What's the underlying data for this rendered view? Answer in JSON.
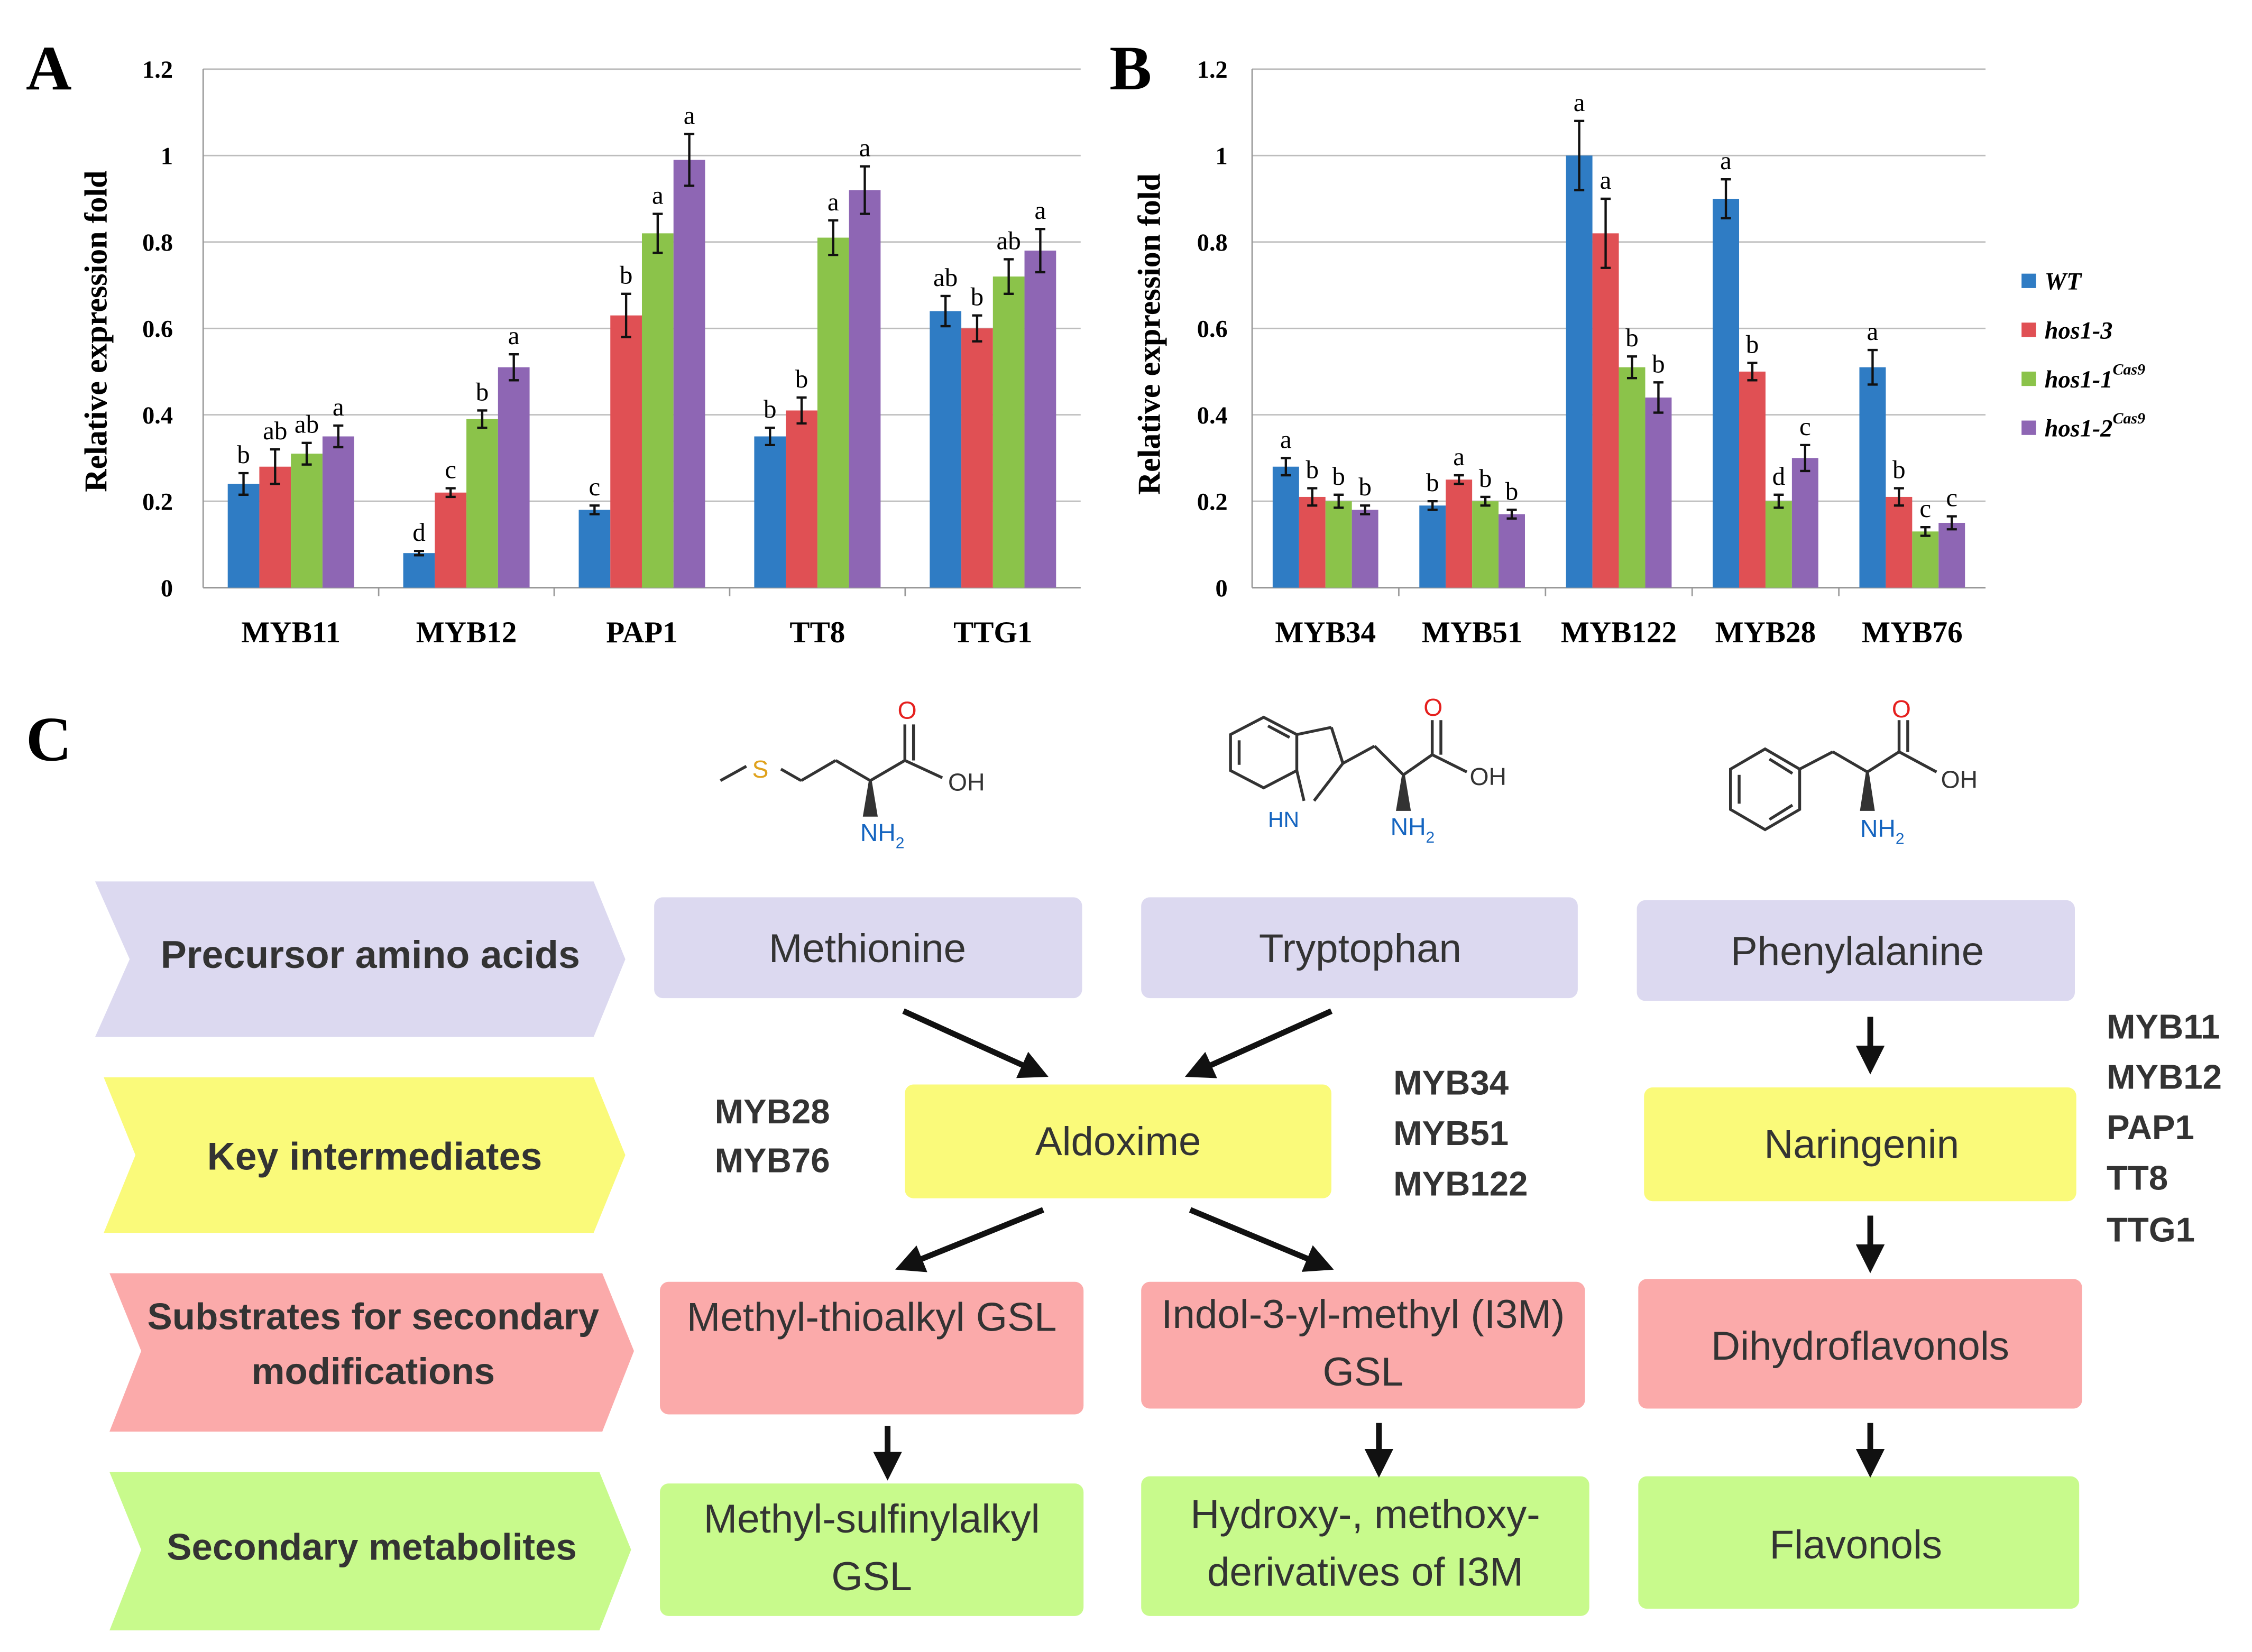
{
  "colors": {
    "wt": "#2f7cc4",
    "hos1_3": "#e05054",
    "hos1_1": "#8bc34a",
    "hos1_2": "#8e66b4",
    "precursor": "#dcd9f0",
    "intermediate": "#fafa7a",
    "substrate": "#fbaaaa",
    "metabolite": "#c8fa8c"
  },
  "panels": {
    "a": "A",
    "b": "B",
    "c": "C"
  },
  "legend": [
    {
      "base": "WT",
      "sup": ""
    },
    {
      "base": "hos1-3",
      "sup": ""
    },
    {
      "base": "hos1-1",
      "sup": "Cas9"
    },
    {
      "base": "hos1-2",
      "sup": "Cas9"
    }
  ],
  "chart_data": [
    {
      "type": "bar",
      "panel": "A",
      "ylabel": "Relative expression fold",
      "ylim": [
        0,
        1.2
      ],
      "yticks": [
        "0",
        "0.2",
        "0.4",
        "0.6",
        "0.8",
        "1",
        "1.2"
      ],
      "categories": [
        "MYB11",
        "MYB12",
        "PAP1",
        "TT8",
        "TTG1"
      ],
      "series": [
        {
          "name": "WT",
          "values": [
            0.24,
            0.08,
            0.18,
            0.35,
            0.64
          ],
          "errors": [
            0.025,
            0.005,
            0.01,
            0.02,
            0.035
          ],
          "labels": [
            "b",
            "d",
            "c",
            "b",
            "ab"
          ]
        },
        {
          "name": "hos1-3",
          "values": [
            0.28,
            0.22,
            0.63,
            0.41,
            0.6
          ],
          "errors": [
            0.04,
            0.01,
            0.05,
            0.03,
            0.03
          ],
          "labels": [
            "ab",
            "c",
            "b",
            "b",
            "b"
          ]
        },
        {
          "name": "hos1-1Cas9",
          "values": [
            0.31,
            0.39,
            0.82,
            0.81,
            0.72
          ],
          "errors": [
            0.025,
            0.02,
            0.045,
            0.04,
            0.04
          ],
          "labels": [
            "ab",
            "b",
            "a",
            "a",
            "ab"
          ]
        },
        {
          "name": "hos1-2Cas9",
          "values": [
            0.35,
            0.51,
            0.99,
            0.92,
            0.78
          ],
          "errors": [
            0.025,
            0.03,
            0.06,
            0.055,
            0.05
          ],
          "labels": [
            "a",
            "a",
            "a",
            "a",
            "a"
          ]
        }
      ]
    },
    {
      "type": "bar",
      "panel": "B",
      "ylabel": "Relative expression fold",
      "ylim": [
        0,
        1.2
      ],
      "yticks": [
        "0",
        "0.2",
        "0.4",
        "0.6",
        "0.8",
        "1",
        "1.2"
      ],
      "categories": [
        "MYB34",
        "MYB51",
        "MYB122",
        "MYB28",
        "MYB76"
      ],
      "series": [
        {
          "name": "WT",
          "values": [
            0.28,
            0.19,
            1.0,
            0.9,
            0.51
          ],
          "errors": [
            0.02,
            0.01,
            0.08,
            0.045,
            0.04
          ],
          "labels": [
            "a",
            "b",
            "a",
            "a",
            "a"
          ]
        },
        {
          "name": "hos1-3",
          "values": [
            0.21,
            0.25,
            0.82,
            0.5,
            0.21
          ],
          "errors": [
            0.02,
            0.01,
            0.08,
            0.02,
            0.02
          ],
          "labels": [
            "b",
            "a",
            "a",
            "b",
            "b"
          ]
        },
        {
          "name": "hos1-1Cas9",
          "values": [
            0.2,
            0.2,
            0.51,
            0.2,
            0.13
          ],
          "errors": [
            0.015,
            0.01,
            0.025,
            0.015,
            0.01
          ],
          "labels": [
            "b",
            "b",
            "b",
            "d",
            "c"
          ]
        },
        {
          "name": "hos1-2Cas9",
          "values": [
            0.18,
            0.17,
            0.44,
            0.3,
            0.15
          ],
          "errors": [
            0.01,
            0.01,
            0.035,
            0.03,
            0.015
          ],
          "labels": [
            "b",
            "b",
            "b",
            "c",
            "c"
          ]
        }
      ]
    }
  ],
  "molecule_labels": {
    "o": "O",
    "oh": "OH",
    "nh": "NH",
    "sub2": "2",
    "s": "S",
    "hn": "HN"
  },
  "pathway": {
    "rows": [
      "Precursor amino acids",
      "Key intermediates",
      "Substrates for secondary modifications",
      "Secondary metabolites"
    ],
    "precursors": [
      "Methionine",
      "Tryptophan",
      "Phenylalanine"
    ],
    "aldoxime": "Aldoxime",
    "naringenin": "Naringenin",
    "substrates": [
      "Methyl-thioalkyl GSL",
      "Indol-3-yl-methyl (I3M) GSL",
      "Dihydroflavonols"
    ],
    "metabolites": [
      "Methyl-sulfinylalkyl GSL",
      "Hydroxy-, methoxy-derivatives of I3M",
      "Flavonols"
    ],
    "regulators_left": [
      "MYB28",
      "MYB76"
    ],
    "regulators_mid": [
      "MYB34",
      "MYB51",
      "MYB122"
    ],
    "regulators_right": [
      "MYB11",
      "MYB12",
      "PAP1",
      "TT8",
      "TTG1"
    ]
  }
}
